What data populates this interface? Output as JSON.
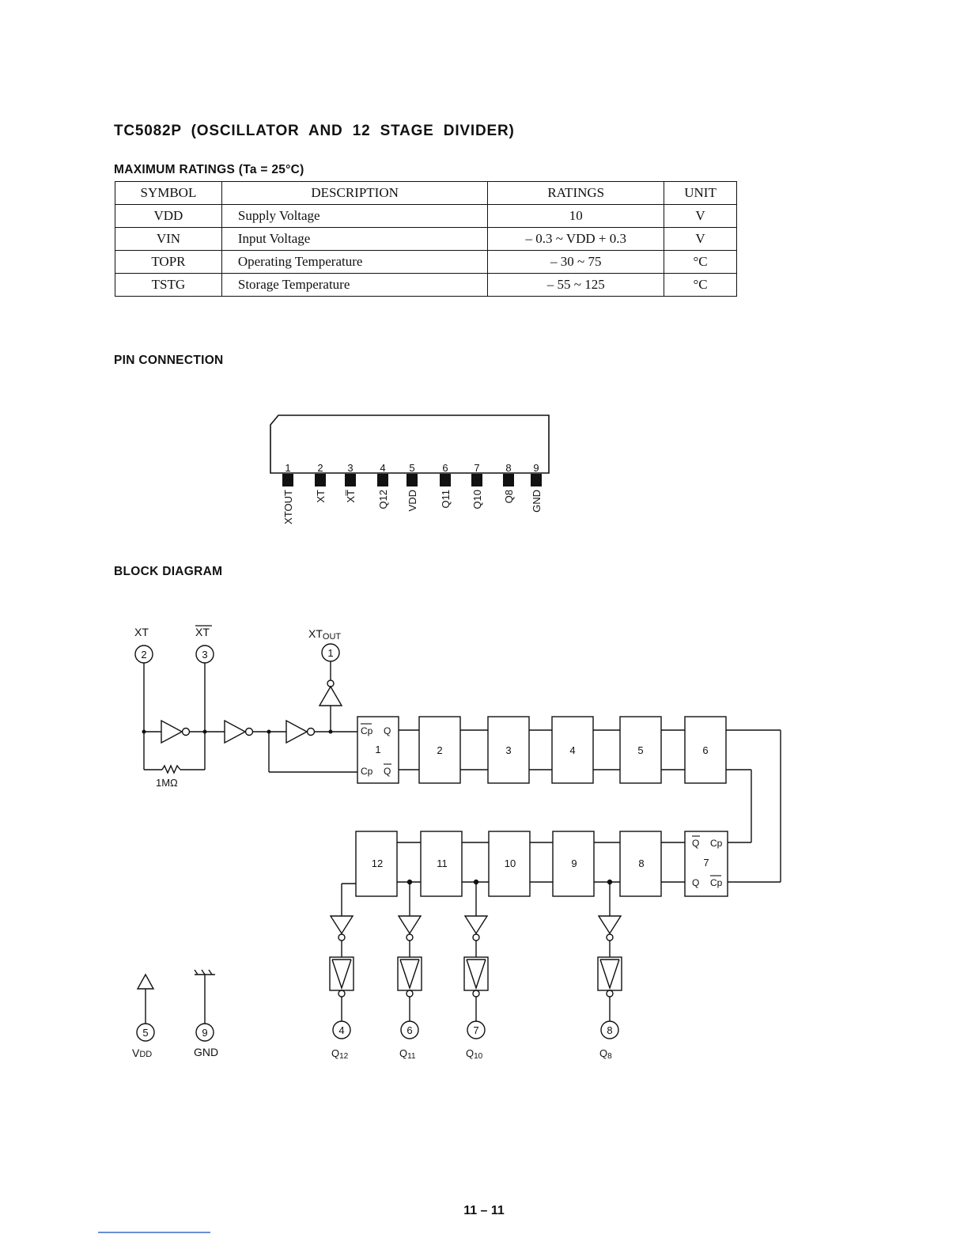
{
  "title": "TC5082P  (OSCILLATOR  AND  12  STAGE  DIVIDER)",
  "ratings": {
    "heading": "MAXIMUM RATINGS (Ta = 25°C)",
    "columns": [
      "SYMBOL",
      "DESCRIPTION",
      "RATINGS",
      "UNIT"
    ],
    "rows": [
      {
        "symbol": "VDD",
        "description": "Supply Voltage",
        "rating": "10",
        "unit": "V"
      },
      {
        "symbol": "VIN",
        "description": "Input Voltage",
        "rating": "– 0.3 ~ VDD + 0.3",
        "unit": "V"
      },
      {
        "symbol": "TOPR",
        "description": "Operating Temperature",
        "rating": "– 30 ~ 75",
        "unit": "°C"
      },
      {
        "symbol": "TSTG",
        "description": "Storage Temperature",
        "rating": "– 55 ~ 125",
        "unit": "°C"
      }
    ]
  },
  "pin_connection": {
    "heading": "PIN CONNECTION",
    "pins": [
      {
        "number": "1",
        "name": "XTOUT"
      },
      {
        "number": "2",
        "name": "XT"
      },
      {
        "number": "3",
        "name": "XT̅"
      },
      {
        "number": "4",
        "name": "Q12"
      },
      {
        "number": "5",
        "name": "VDD"
      },
      {
        "number": "6",
        "name": "Q11"
      },
      {
        "number": "7",
        "name": "Q10"
      },
      {
        "number": "8",
        "name": "Q8"
      },
      {
        "number": "9",
        "name": "GND"
      }
    ]
  },
  "block_diagram": {
    "heading": "BLOCK DIAGRAM",
    "inputs": {
      "xt_label": "XT",
      "xt_pin": "2",
      "xtbar_label": "XT",
      "xtbar_pin": "3",
      "xtout_label": "XT",
      "xtout_sub": "OUT",
      "xtout_pin": "1"
    },
    "resistor_label": "1MΩ",
    "stages": [
      "1",
      "2",
      "3",
      "4",
      "5",
      "6",
      "7",
      "8",
      "9",
      "10",
      "11",
      "12"
    ],
    "stage_pin_labels": {
      "cp_bar": "Cp",
      "q": "Q",
      "cp": "Cp",
      "q_bar": "Q"
    },
    "outputs": [
      {
        "pin": "4",
        "label": "Q",
        "sub": "12"
      },
      {
        "pin": "6",
        "label": "Q",
        "sub": "11"
      },
      {
        "pin": "7",
        "label": "Q",
        "sub": "10"
      },
      {
        "pin": "8",
        "label": "Q",
        "sub": "8"
      }
    ],
    "power": {
      "vdd_pin": "5",
      "vdd_label": "V",
      "vdd_sub": "DD",
      "gnd_pin": "9",
      "gnd_label": "GND"
    }
  },
  "footer": "11 – 11"
}
